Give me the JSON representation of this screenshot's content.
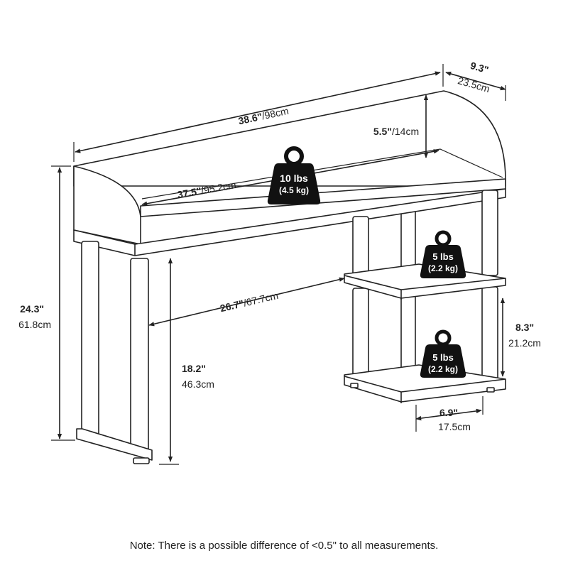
{
  "dimensions": {
    "top_length": {
      "imperial": "38.6\"",
      "metric": "/98cm"
    },
    "top_depth": {
      "imperial": "9.3\"",
      "metric": "23.5cm"
    },
    "rail_height": {
      "imperial": "5.5\"",
      "metric": "/14cm"
    },
    "inner_length": {
      "imperial": "37.5\"",
      "metric": "/95.2cm"
    },
    "total_height": {
      "imperial": "24.3\"",
      "metric": "61.8cm"
    },
    "leg_span": {
      "imperial": "26.7\"",
      "metric": "/67.7cm"
    },
    "knee_height": {
      "imperial": "18.2\"",
      "metric": "46.3cm"
    },
    "shelf_gap": {
      "imperial": "8.3\"",
      "metric": "21.2cm"
    },
    "shelf_width": {
      "imperial": "6.9\"",
      "metric": "17.5cm"
    }
  },
  "weights": {
    "top": {
      "lbs": "10 lbs",
      "kg": "(4.5 kg)"
    },
    "upper_shelf": {
      "lbs": "5 lbs",
      "kg": "(2.2 kg)"
    },
    "lower_shelf": {
      "lbs": "5 lbs",
      "kg": "(2.2 kg)"
    }
  },
  "note": "Note: There is a possible difference of <0.5\" to all measurements."
}
